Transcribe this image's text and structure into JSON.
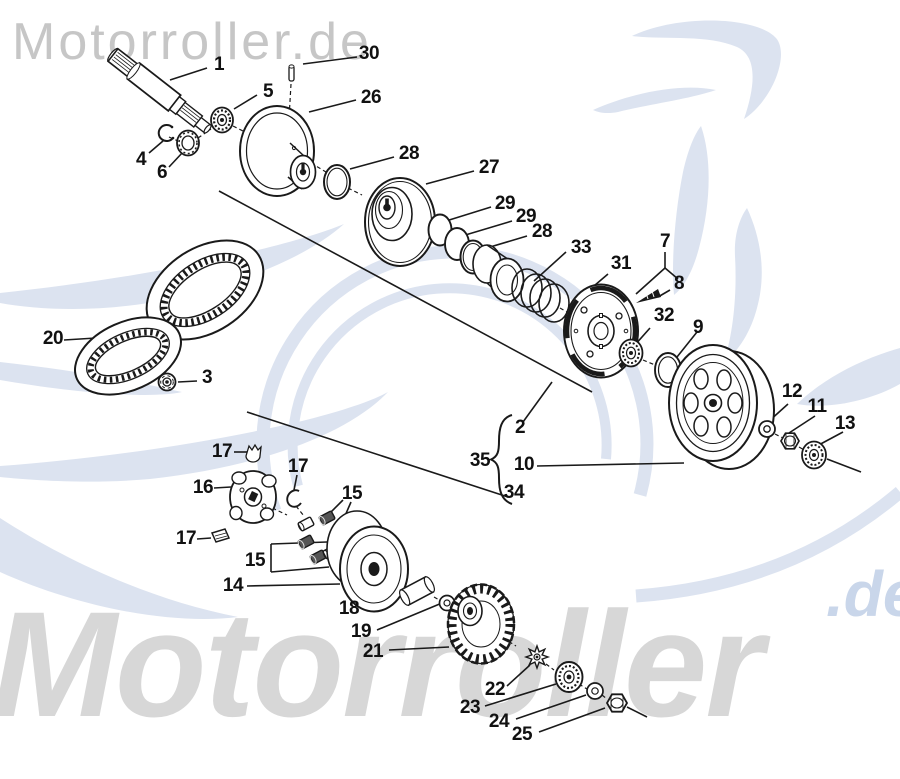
{
  "watermarks": {
    "header_text": "Motorroller.de",
    "footer_text": "Motorroller",
    "footer_suffix_text": ".de"
  },
  "colors": {
    "ink": "#1a1a1a",
    "header_gray": "#c6c6c6",
    "footer_gray": "#d7d7d7",
    "logo_blue": "#dce3f0",
    "suffix_blue": "#c9d6ea"
  },
  "callouts": [
    {
      "n": "1"
    },
    {
      "n": "30"
    },
    {
      "n": "5"
    },
    {
      "n": "26"
    },
    {
      "n": "4"
    },
    {
      "n": "6"
    },
    {
      "n": "28"
    },
    {
      "n": "27"
    },
    {
      "n": "29"
    },
    {
      "n": "29"
    },
    {
      "n": "28"
    },
    {
      "n": "33"
    },
    {
      "n": "31"
    },
    {
      "n": "7"
    },
    {
      "n": "8"
    },
    {
      "n": "32"
    },
    {
      "n": "9"
    },
    {
      "n": "20"
    },
    {
      "n": "3"
    },
    {
      "n": "2"
    },
    {
      "n": "35"
    },
    {
      "n": "10"
    },
    {
      "n": "34"
    },
    {
      "n": "12"
    },
    {
      "n": "11"
    },
    {
      "n": "13"
    },
    {
      "n": "17"
    },
    {
      "n": "16"
    },
    {
      "n": "17"
    },
    {
      "n": "15"
    },
    {
      "n": "17"
    },
    {
      "n": "15"
    },
    {
      "n": "14"
    },
    {
      "n": "18"
    },
    {
      "n": "19"
    },
    {
      "n": "21"
    },
    {
      "n": "22"
    },
    {
      "n": "23"
    },
    {
      "n": "24"
    },
    {
      "n": "25"
    }
  ]
}
